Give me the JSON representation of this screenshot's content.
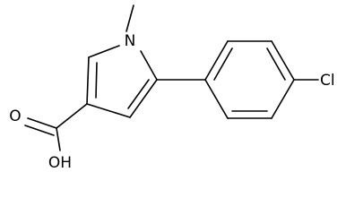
{
  "molecule": {
    "atoms": {
      "ring_nitrogen": "N",
      "chlorine": "Cl",
      "hydroxyl": "OH",
      "carbonyl_oxygen": "O"
    }
  }
}
